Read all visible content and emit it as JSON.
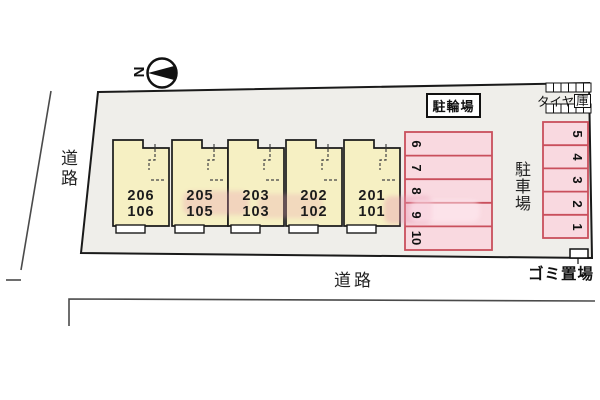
{
  "plan": {
    "compass_label": "N",
    "road_left": "道路",
    "road_bottom": "道路",
    "bicycle_parking": "駐輪場",
    "tire_storage": {
      "main": "タイヤ",
      "boxed": "庫"
    },
    "parking_area": "駐車場",
    "garbage_area": "ゴミ置場",
    "building_units": [
      {
        "upper": "206",
        "lower": "106"
      },
      {
        "upper": "205",
        "lower": "105"
      },
      {
        "upper": "203",
        "lower": "103"
      },
      {
        "upper": "202",
        "lower": "102"
      },
      {
        "upper": "201",
        "lower": "101"
      }
    ],
    "stalls_left": [
      "6",
      "7",
      "8",
      "9",
      "10"
    ],
    "stalls_right": [
      "5",
      "4",
      "3",
      "2",
      "1"
    ],
    "colors": {
      "plot_background": "#efeeea",
      "building_fill": "#f6f0c3",
      "stall_fill": "#f9d9e0",
      "stall_border": "#c94f5c",
      "line": "#1a1a1a",
      "watermark_pink": "rgba(232,150,175,0.32)"
    }
  }
}
